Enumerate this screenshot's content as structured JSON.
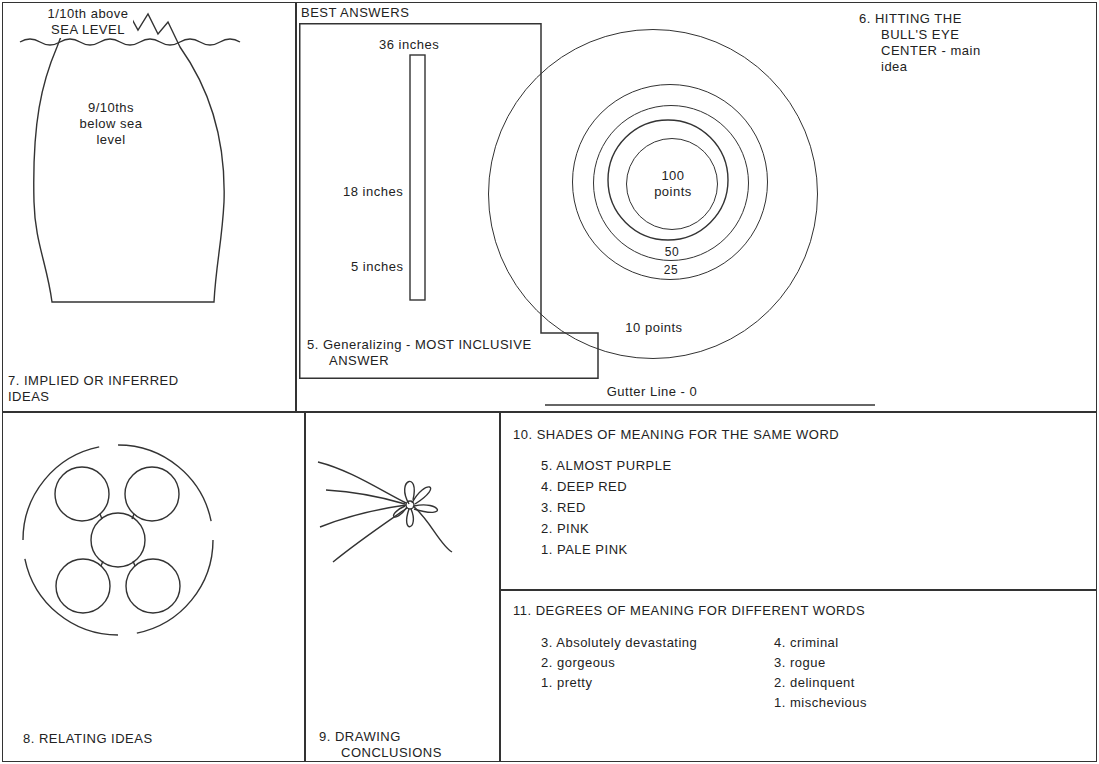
{
  "diagram": {
    "nodes": [
      {
        "text": [
          "1/10th above SEA LEVEL",
          "9/10ths below sea level",
          "7. IMPLIED OR INFERRED IDEAS"
        ]
      },
      {
        "text": [
          "6. HITTING THE BULL'S EYE CENTER - main idea",
          "Gutter Line - 0"
        ]
      },
      {
        "text": [
          "BEST ANSWERS",
          "36 inches",
          "18 inches",
          "5 inches",
          "5. Generalizing - MOST INCLUSIVE ANSWER"
        ],
        "in": 1
      },
      {
        "text": [
          "10 points"
        ],
        "in": 1
      },
      {
        "text": [
          "25"
        ],
        "in": 3
      },
      {
        "text": [
          "50"
        ],
        "in": 4
      },
      {
        "text": [
          "100 points"
        ],
        "in": 5
      },
      {
        "text": [
          "8. RELATING IDEAS"
        ]
      },
      {
        "text": [
          "9. DRAWING CONCLUSIONS"
        ]
      },
      {
        "text": [
          "10. SHADES OF MEANING FOR THE SAME WORD",
          "5. ALMOST PURPLE",
          "4. DEEP RED",
          "3. RED",
          "2. PINK",
          "1. PALE PINK"
        ]
      },
      {
        "text": [
          "11. DEGREES OF MEANING FOR DIFFERENT WORDS",
          "3. Absolutely devastating",
          "2. gorgeous",
          "1. pretty",
          "4. criminal",
          "3. rogue",
          "2. delinquent",
          "1. mischevious"
        ]
      }
    ]
  }
}
